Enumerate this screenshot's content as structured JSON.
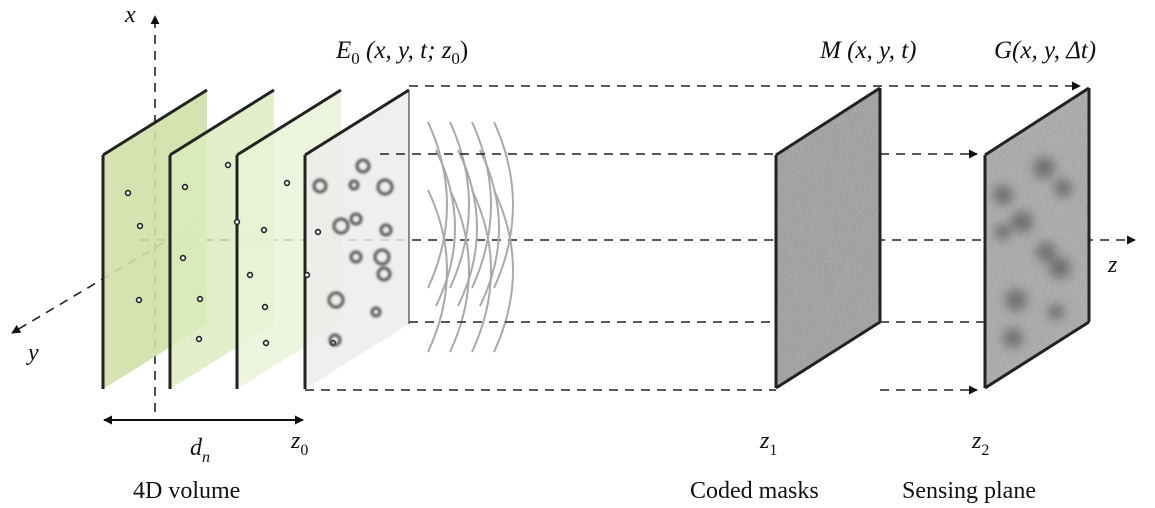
{
  "axes": {
    "x_label": "x",
    "y_label": "y",
    "z_label": "z"
  },
  "labels": {
    "field": {
      "main": "E",
      "sub": "0",
      "args": " (x, y, t; z",
      "args_sub": "0",
      "close": ")"
    },
    "mask": "M (x, y, t)",
    "sensor": "G(x, y, Δt)",
    "dn_main": "d",
    "dn_sub": "n",
    "z0_main": "z",
    "z0_sub": "0",
    "z1_main": "z",
    "z1_sub": "1",
    "z2_main": "z",
    "z2_sub": "2"
  },
  "captions": {
    "volume": "4D volume",
    "masks": "Coded masks",
    "sensing": "Sensing plane"
  },
  "colors": {
    "plane_green_1": "#cfe0a6",
    "plane_green_2": "#dcebbd",
    "plane_green_3": "#e9f3d6",
    "plane_gray": "#ececec",
    "noise_gray": "#8e8e8e",
    "line": "#222222",
    "wave": "#a9a9a9"
  }
}
